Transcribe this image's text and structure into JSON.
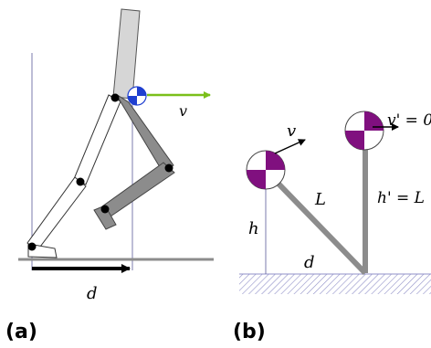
{
  "panel_a": {
    "label": "(a)",
    "velocity_label": "v",
    "distance_label": "d",
    "colors": {
      "velocity_arrow": "#7bbf1a",
      "com_marker": "#1f3fd0",
      "stance_leg_fill": "#ffffff",
      "swing_leg_fill": "#8c8c8c",
      "torso_fill": "#d6d6d6",
      "ground": "#8c8c8c",
      "guide_line": "#5a5a9a"
    }
  },
  "panel_b": {
    "label": "(b)",
    "velocity_label": "v",
    "velocity_after_label": "v' = 0",
    "leg_length_label": "L",
    "height_label": "h",
    "height_after_label": "h' = L",
    "distance_label": "d",
    "colors": {
      "com_marker": "#80107f",
      "leg": "#8c8c8c",
      "ground_hatch": "#a8a8d8"
    }
  }
}
